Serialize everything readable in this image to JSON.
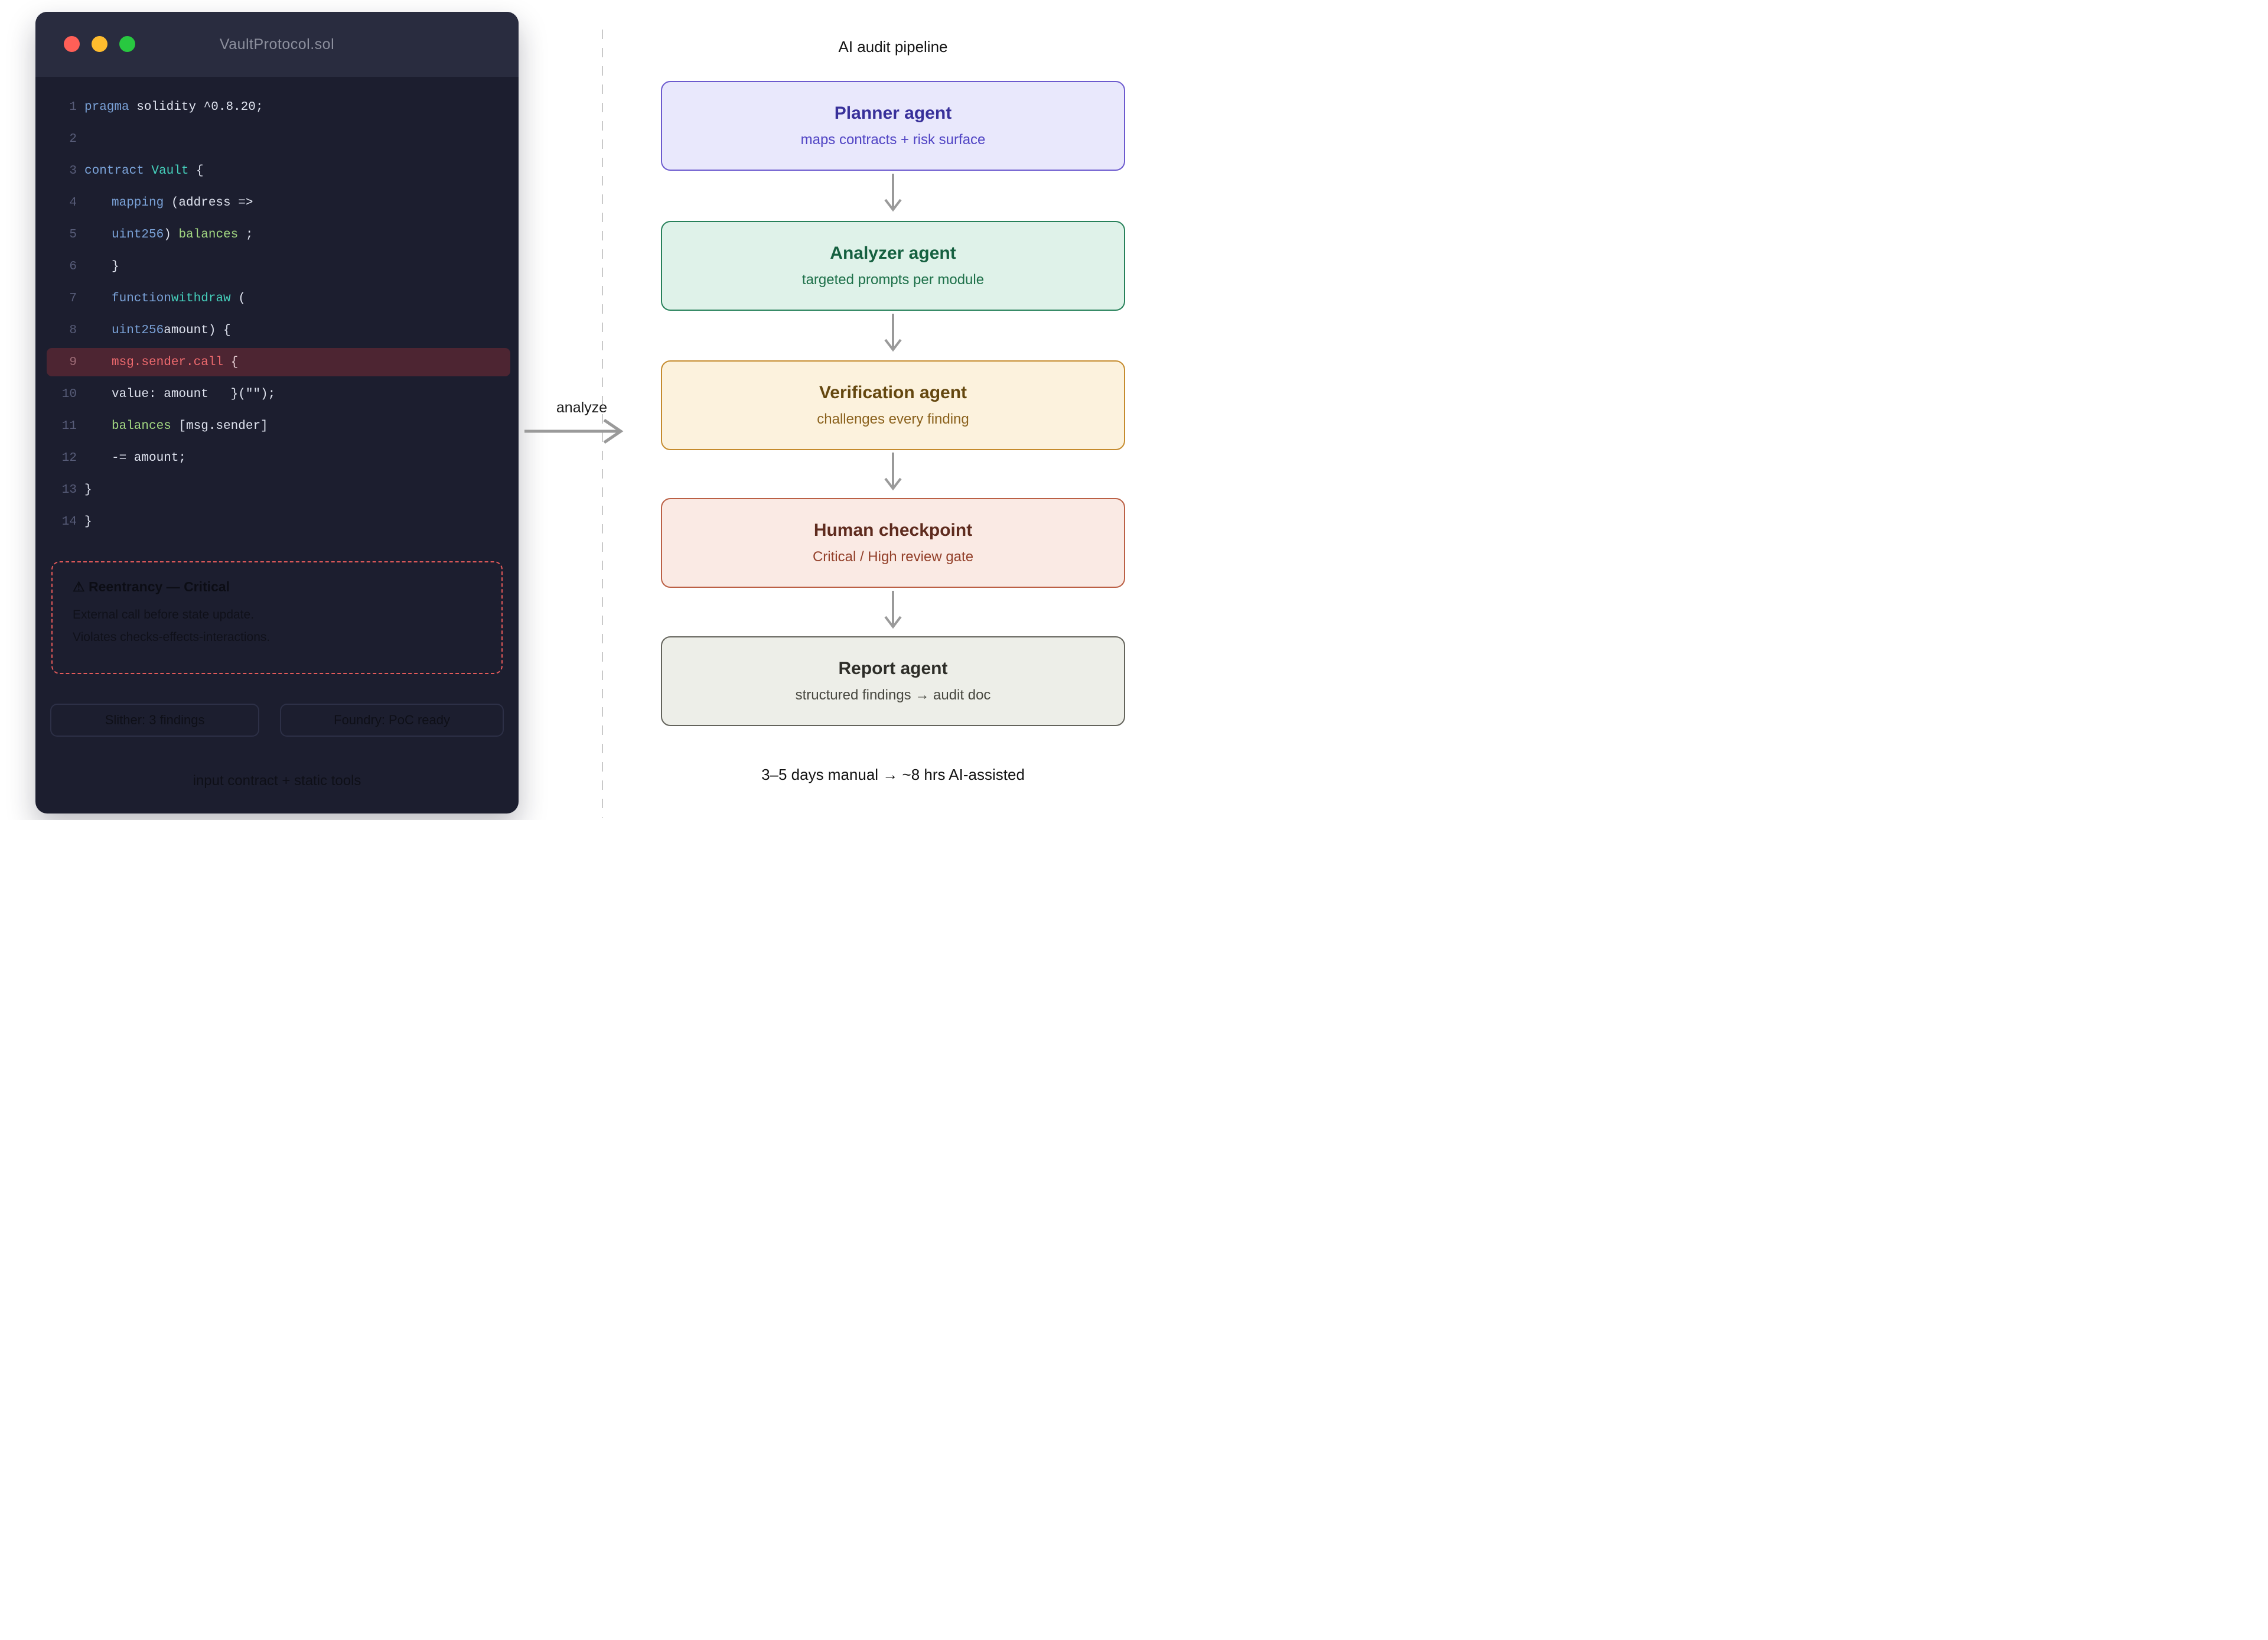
{
  "editor": {
    "title": "VaultProtocol.sol",
    "traffic_lights": [
      {
        "name": "close",
        "color": "#ff5f57"
      },
      {
        "name": "minimize",
        "color": "#febc2e"
      },
      {
        "name": "zoom",
        "color": "#28c840"
      }
    ],
    "token_colors": {
      "keyword": "#7aa2d8",
      "type": "#45cfbb",
      "variable": "#a3d982",
      "plain": "#dfe3ef",
      "error": "#ee6a6e"
    },
    "highlight_row_color": "#4d2532",
    "lines": [
      {
        "num": "1",
        "indent": 0,
        "hl": false,
        "tokens": [
          {
            "c": "kw",
            "t": "pragma"
          },
          {
            "c": "plain",
            "t": " solidity ^0.8.20;"
          }
        ]
      },
      {
        "num": "2",
        "indent": 0,
        "hl": false,
        "tokens": []
      },
      {
        "num": "3",
        "indent": 0,
        "hl": false,
        "tokens": [
          {
            "c": "kw",
            "t": "contract"
          },
          {
            "c": "type",
            "t": " Vault"
          },
          {
            "c": "plain",
            "t": " {"
          }
        ]
      },
      {
        "num": "4",
        "indent": 1,
        "hl": false,
        "tokens": [
          {
            "c": "kw",
            "t": "mapping"
          },
          {
            "c": "plain",
            "t": " (address =>"
          }
        ]
      },
      {
        "num": "5",
        "indent": 1,
        "hl": false,
        "tokens": [
          {
            "c": "kw",
            "t": "uint256"
          },
          {
            "c": "plain",
            "t": ") "
          },
          {
            "c": "var",
            "t": "balances"
          },
          {
            "c": "plain",
            "t": " ;"
          }
        ]
      },
      {
        "num": "6",
        "indent": 1,
        "hl": false,
        "tokens": [
          {
            "c": "plain",
            "t": "}"
          }
        ]
      },
      {
        "num": "7",
        "indent": 1,
        "hl": false,
        "tokens": [
          {
            "c": "kw",
            "t": "function"
          },
          {
            "c": "type",
            "t": "withdraw"
          },
          {
            "c": "plain",
            "t": " ("
          }
        ]
      },
      {
        "num": "8",
        "indent": 1,
        "hl": false,
        "tokens": [
          {
            "c": "kw",
            "t": "uint256"
          },
          {
            "c": "plain",
            "t": "amount) {"
          }
        ]
      },
      {
        "num": "9",
        "indent": 1,
        "hl": true,
        "tokens": [
          {
            "c": "err",
            "t": "msg.sender.call"
          },
          {
            "c": "errbrace",
            "t": " {"
          }
        ]
      },
      {
        "num": "10",
        "indent": 1,
        "hl": false,
        "tokens": [
          {
            "c": "plain",
            "t": "value: amount   }(\"\");"
          }
        ]
      },
      {
        "num": "11",
        "indent": 1,
        "hl": false,
        "tokens": [
          {
            "c": "var",
            "t": "balances"
          },
          {
            "c": "plain",
            "t": " [msg.sender]"
          }
        ]
      },
      {
        "num": "12",
        "indent": 1,
        "hl": false,
        "tokens": [
          {
            "c": "plain",
            "t": "-= amount;"
          }
        ]
      },
      {
        "num": "13",
        "indent": 0,
        "hl": false,
        "tokens": [
          {
            "c": "plain",
            "t": "}"
          }
        ]
      },
      {
        "num": "14",
        "indent": 0,
        "hl": false,
        "tokens": [
          {
            "c": "plain",
            "t": "}"
          }
        ]
      }
    ],
    "warning": {
      "icon": "⚠",
      "title": "Reentrancy — Critical",
      "line1": "External call before state update.",
      "line2": "Violates checks-effects-interactions.",
      "border_color": "#e35a5a"
    },
    "chips": [
      "Slither: 3 findings",
      "Foundry: PoC ready"
    ],
    "caption": "input contract + static tools"
  },
  "connector": {
    "label": "analyze",
    "arrow_color": "#9a9a9a"
  },
  "pipeline": {
    "title": "AI audit pipeline",
    "stages": [
      {
        "name": "Planner agent",
        "desc": "maps contracts + risk surface",
        "bg": "#e9e8fc",
        "border": "#6c5ace",
        "title_color": "#38309a",
        "desc_color": "#5044c4"
      },
      {
        "name": "Analyzer agent",
        "desc": "targeted prompts per module",
        "bg": "#dff2e9",
        "border": "#27815a",
        "title_color": "#156040",
        "desc_color": "#1d7049"
      },
      {
        "name": "Verification agent",
        "desc": "challenges every finding",
        "bg": "#fcf2dd",
        "border": "#c58b2d",
        "title_color": "#64470f",
        "desc_color": "#8a611c"
      },
      {
        "name": "Human checkpoint",
        "desc": "Critical / High review gate",
        "bg": "#faeae4",
        "border": "#bb6045",
        "title_color": "#5e2b1e",
        "desc_color": "#93402a"
      },
      {
        "name": "Report agent",
        "desc": "structured findings → audit doc",
        "bg": "#edeee8",
        "border": "#63635b",
        "title_color": "#2d2d28",
        "desc_color": "#47473f"
      }
    ],
    "footer": "3–5 days manual → ~8 hrs AI-assisted"
  }
}
